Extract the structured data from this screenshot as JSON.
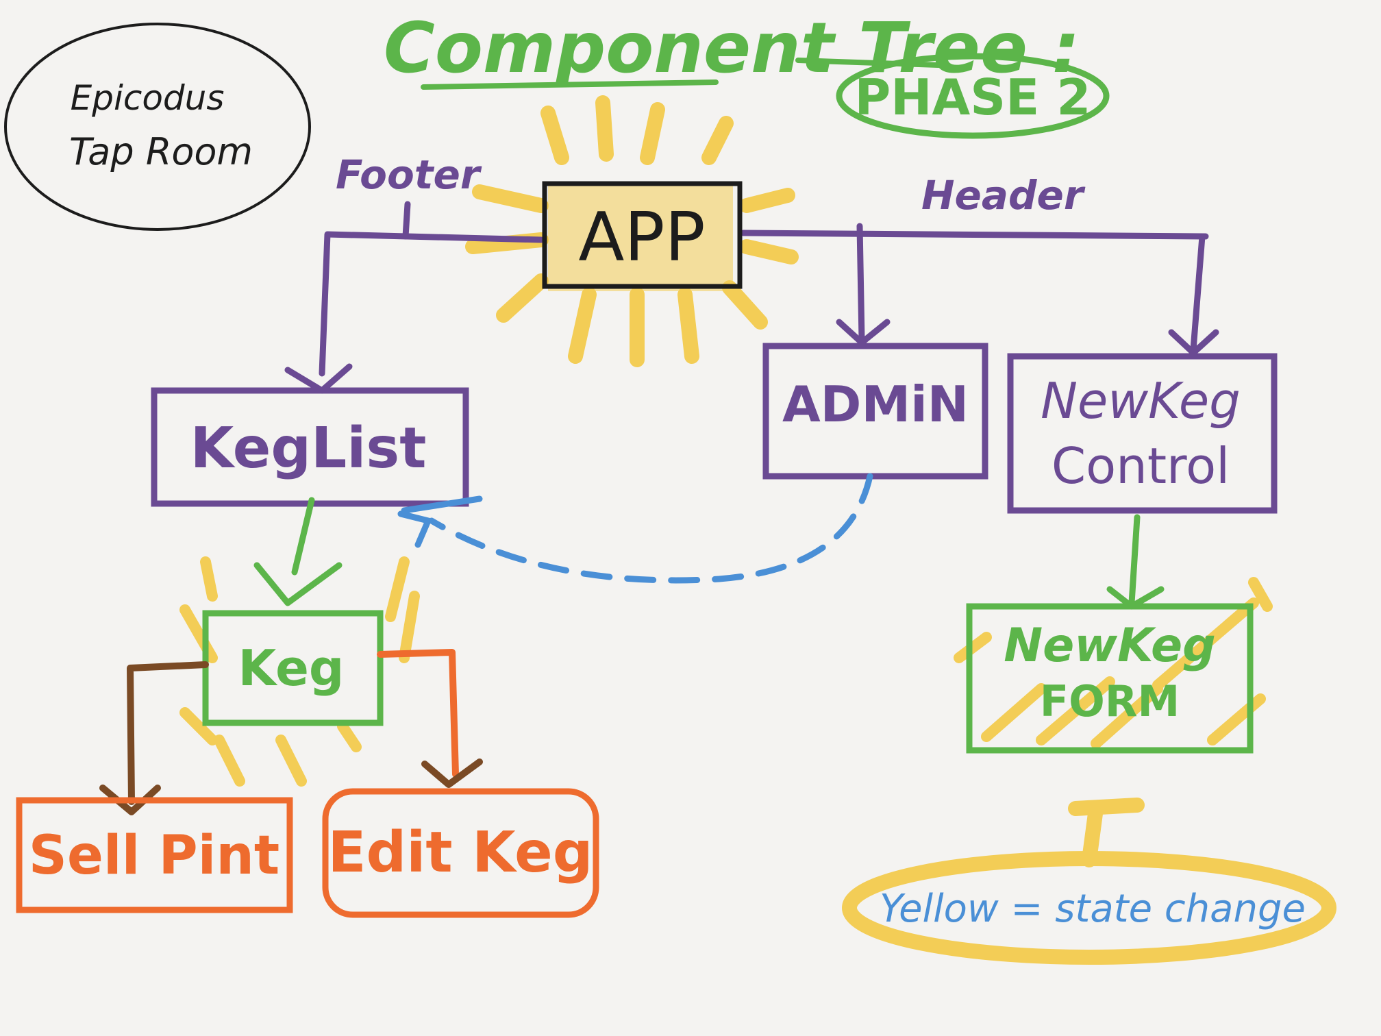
{
  "title": "Component Tree :",
  "phase": "PHASE 2",
  "project": {
    "line1": "Epicodus",
    "line2": "Tap Room"
  },
  "labels": {
    "footer": "Footer",
    "header": "Header"
  },
  "nodes": {
    "app": "APP",
    "keglist": "KegList",
    "admin": "ADMiN",
    "newkeg_control_line1": "NewKeg",
    "newkeg_control_line2": "Control",
    "keg": "Keg",
    "newkeg_form_line1": "NewKeg",
    "newkeg_form_line2": "FORM",
    "sell_pint": "Sell Pint",
    "edit_keg": "Edit Keg"
  },
  "legend": "Yellow = state change",
  "colors": {
    "paper": "#f4f3f1",
    "purple": "#6a4a93",
    "green": "#5cb54a",
    "orange": "#ee6b2e",
    "brown": "#7a4a25",
    "blue": "#4a8fd6",
    "yellow": "#f3c73a",
    "black": "#1c1c1c"
  }
}
